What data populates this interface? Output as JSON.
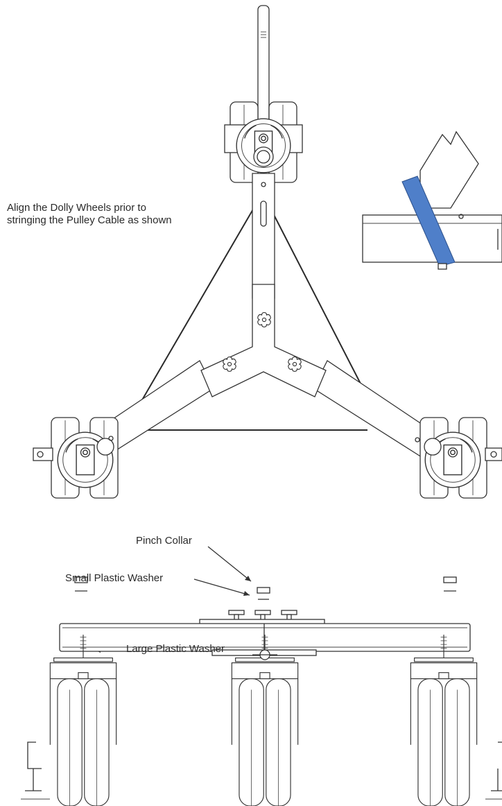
{
  "labels": {
    "align_note_line1": "Align the Dolly Wheels prior to",
    "align_note_line2": "stringing the Pulley Cable as shown",
    "pinch_collar": "Pinch Collar",
    "small_plastic_washer": "Small Plastic Washer",
    "large_plastic_washer": "Large Plastic Washer"
  },
  "colors": {
    "strap": "#4f7fc9",
    "ink": "#333333"
  }
}
